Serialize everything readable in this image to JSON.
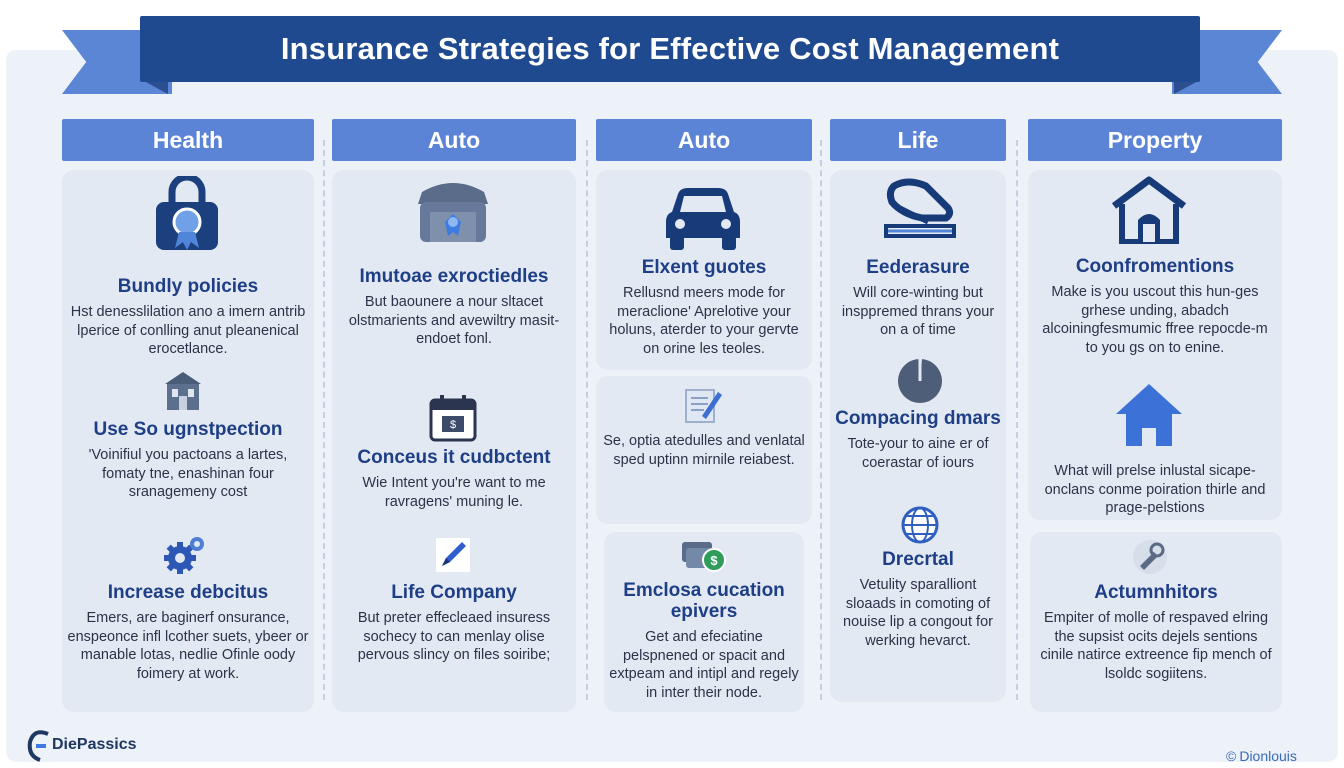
{
  "title": "Insurance Strategies for Effective Cost Management",
  "columns": [
    {
      "header": "Health",
      "sections": [
        {
          "icon": "lock-badge-icon",
          "heading": "Bundly policies",
          "text": "Hst denesslilation ano a imern antrib lperice of conlling anut pleanenical erocetlance."
        },
        {
          "icon": "building-icon",
          "heading": "Use So ugnstpection",
          "text": "'Voinifiul you pactoans a lartes, fomaty tne, enashinan four sranagemeny cost"
        },
        {
          "icon": "gears-icon",
          "heading": "Increase debcitus",
          "text": "Emers, are baginerf onsurance, enspeonce infl lcother suets, ybeer or manable lotas, nedlie Ofinle oody foimery at work."
        }
      ]
    },
    {
      "header": "Auto",
      "sections": [
        {
          "icon": "garage-award-icon",
          "heading": "Imutoae exroctiedles",
          "text": "But baounere a nour sltacet olstmarients and avewiltry masit-endoet fonl."
        },
        {
          "icon": "calendar-icon",
          "heading": "Conceus it cudbctent",
          "text": "Wie Intent you're want to me ravragens' muning le."
        },
        {
          "icon": "pen-icon",
          "heading": "Life Company",
          "text": "But preter effecleaed insuress sochecy to can menlay olise pervous slincy on files soiribe;"
        }
      ]
    },
    {
      "header": "Auto",
      "sections": [
        {
          "icon": "car-icon",
          "heading": "Elxent guotes",
          "text": "Rellusnd meers mode for meraclione' Aprelotive your holuns, aterder to your gervte on orine les teoles."
        },
        {
          "icon": "document-pen-icon",
          "heading": "",
          "text": "Se, optia atedulles and venlatal sped uptinn mirnile reiabest."
        },
        {
          "icon": "money-icon",
          "heading": "Emclosa cucation epivers",
          "text": "Get and efeciatine pelspnened or spacit and extpeam and intipl and regely in inter their node."
        }
      ]
    },
    {
      "header": "Life",
      "sections": [
        {
          "icon": "shield-wave-icon",
          "heading": "Eederasure",
          "text": "Will core-winting but insppremed thrans your on a of time"
        },
        {
          "icon": "pie-icon",
          "heading": "Compacing dmars",
          "text": "Tote-your to aine er of coerastar of iours"
        },
        {
          "icon": "globe-icon",
          "heading": "Drecrtal",
          "text": "Vetulity sparalliont sloaads in comoting of nouise lip a congout for werking hevarct."
        }
      ]
    },
    {
      "header": "Property",
      "sections": [
        {
          "icon": "house-door-icon",
          "heading": "Coonfromentions",
          "text": "Make is you uscout this hun-ges grhese unding, abadch alcoiningfesmumic ffree repocde-m to you gs on to enine."
        },
        {
          "icon": "house-icon",
          "heading": "",
          "text": "What will prelse inlustal sicape-onclans conme poiration thirle and prage-pelstions"
        },
        {
          "icon": "tools-icon",
          "heading": "Actumnhitors",
          "text": "Empiter of molle of respaved elring the supsist ocits dejels sentions cinile natirce extreence fip mench of lsoldc sogiitens."
        }
      ]
    }
  ],
  "footer": {
    "left": "DiePassics",
    "right": "Dionlouis"
  },
  "colors": {
    "title_bg": "#1f4a8f",
    "header_bg": "#5b84d6",
    "heading": "#1e3f86",
    "card_bg": "#e3e9f3"
  }
}
